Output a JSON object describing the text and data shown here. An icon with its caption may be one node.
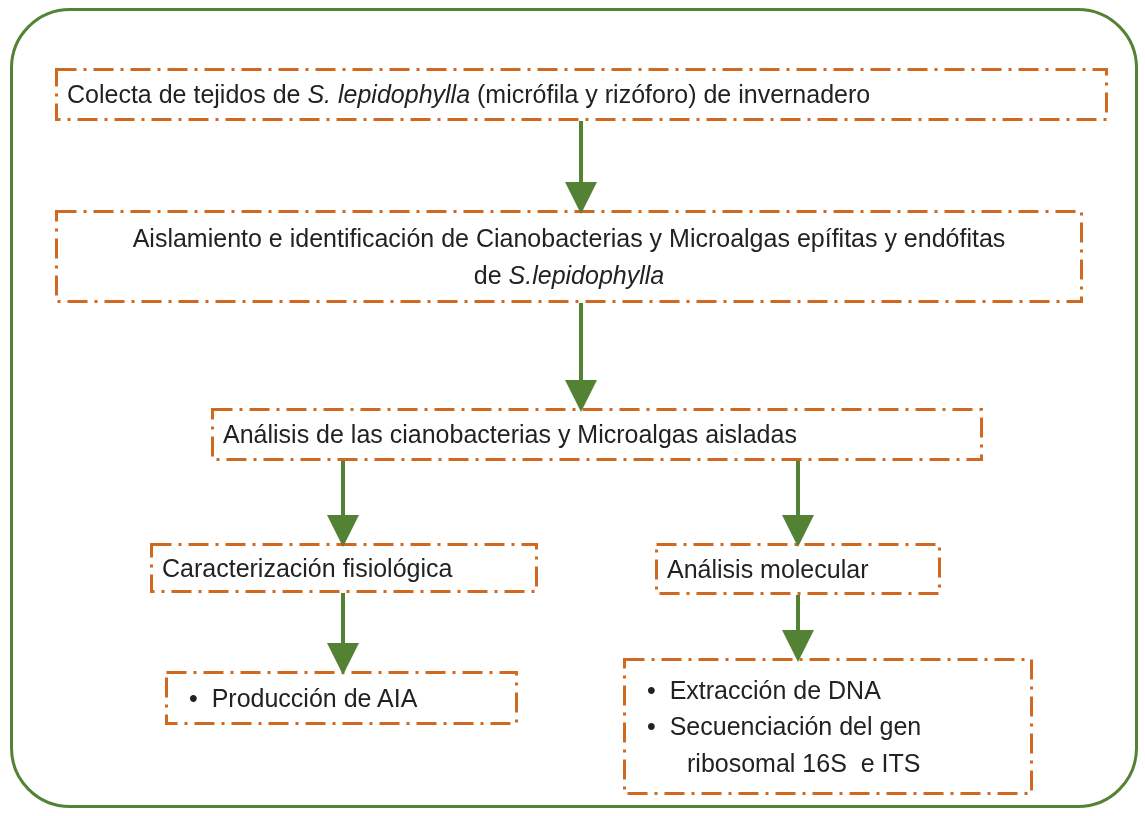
{
  "diagram": {
    "nodes": [
      {
        "text": [],
        "shape": "box"
      },
      {
        "text": [
          "Colecta de tejidos de *S. lepidophylla* (micrófila y rizóforo) de invernadero"
        ],
        "in": 0
      },
      {
        "text": [
          "Aislamiento e identificación de Cianobacterias y Microalgas epífitas y endófitas de *S.lepidophylla*"
        ],
        "in": 0
      },
      {
        "text": [
          "Análisis de las cianobacterias y Microalgas aisladas"
        ],
        "in": 0
      },
      {
        "text": [
          "Caracterización fisiológica"
        ],
        "in": 0
      },
      {
        "text": [
          "Análisis molecular"
        ],
        "in": 0
      },
      {
        "text": [
          "•  Producción de AIA"
        ],
        "in": 0
      },
      {
        "text": [
          "•  Extracción de DNA",
          "•  Secuenciación del gen ribosomal 16S  e ITS"
        ],
        "in": 0
      }
    ],
    "edges": [
      {
        "from": 1,
        "to": 2,
        "arrow": "to"
      },
      {
        "from": 2,
        "to": 3,
        "arrow": "to"
      },
      {
        "from": 3,
        "to": 4,
        "arrow": "to"
      },
      {
        "from": 3,
        "to": 5,
        "arrow": "to"
      },
      {
        "from": 4,
        "to": 6,
        "arrow": "to"
      },
      {
        "from": 5,
        "to": 7,
        "arrow": "to"
      }
    ]
  }
}
